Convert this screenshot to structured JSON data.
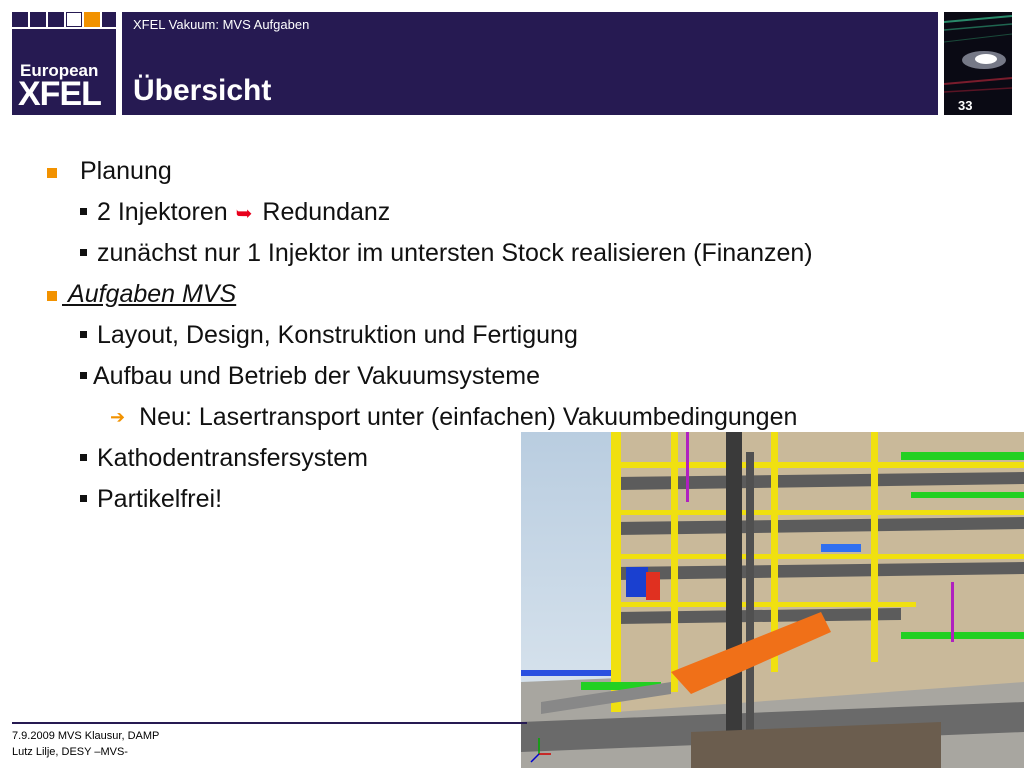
{
  "header": {
    "subtitle": "XFEL Vakuum: MVS Aufgaben",
    "title": "Übersicht",
    "page_number": "33"
  },
  "logo": {
    "line1": "European",
    "line2": "XFEL"
  },
  "content": {
    "bullet1": "Planung",
    "bullet1_sub1_a": "2 Injektoren",
    "bullet1_sub1_b": "Redundanz",
    "bullet1_sub2": "zunächst nur 1 Injektor im untersten Stock realisieren (Finanzen)",
    "bullet2": "Aufgaben MVS",
    "bullet2_sub1": "Layout, Design, Konstruktion und Fertigung",
    "bullet2_sub2": "Aufbau und Betrieb der Vakuumsysteme",
    "bullet2_sub2_sub1": "Neu: Lasertransport unter (einfachen) Vakuumbedingungen",
    "bullet2_sub3": "Kathodentransfersystem",
    "bullet2_sub4": "Partikelfrei!"
  },
  "footer": {
    "line1": "7.9.2009 MVS Klausur, DAMP",
    "line2": "Lutz Lilje, DESY –MVS-"
  },
  "colors": {
    "header_bg": "#261a52",
    "accent_orange": "#f29200",
    "arrow_red": "#e8001c"
  }
}
